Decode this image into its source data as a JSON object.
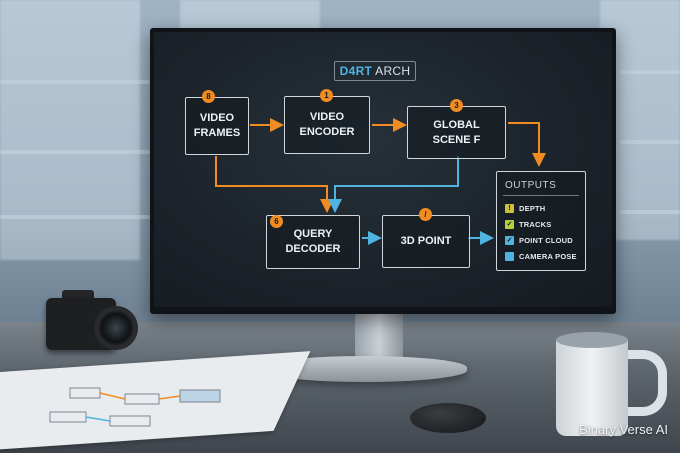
{
  "diagram": {
    "title_accent": "D4RT",
    "title_rest": " ARCH",
    "nodes": [
      {
        "id": "video-frames",
        "badge": "8",
        "line1": "VIDEO",
        "line2": "FRAMES"
      },
      {
        "id": "video-encoder",
        "badge": "1",
        "line1": "VIDEO",
        "line2": "ENCODER"
      },
      {
        "id": "global-scene",
        "badge": "3",
        "line1": "GLOBAL",
        "line2": "SCENE F"
      },
      {
        "id": "query-decoder",
        "badge": "6",
        "line1": "QUERY",
        "line2": "DECODER"
      },
      {
        "id": "3d-point",
        "badge": "/",
        "line1": "3D POINT",
        "line2": ""
      }
    ],
    "outputs": {
      "header": "OUTPUTS",
      "items": [
        {
          "label": "DEPTH",
          "mark": "!",
          "color": "#c9c23a"
        },
        {
          "label": "TRACKS",
          "mark": "✓",
          "color": "#b7cf3a"
        },
        {
          "label": "POINT CLOUD",
          "mark": "✓",
          "color": "#4fb4e0"
        },
        {
          "label": "CAMERA POSE",
          "mark": "",
          "color": "#4fb4e0"
        }
      ]
    },
    "colors": {
      "orange_arrow": "#f08c22",
      "blue_arrow": "#4fb4e0",
      "badge": "#f08c22"
    }
  },
  "watermark": "Binary Verse AI",
  "icons": [
    "camera-icon",
    "mouse-icon",
    "mug-icon"
  ]
}
